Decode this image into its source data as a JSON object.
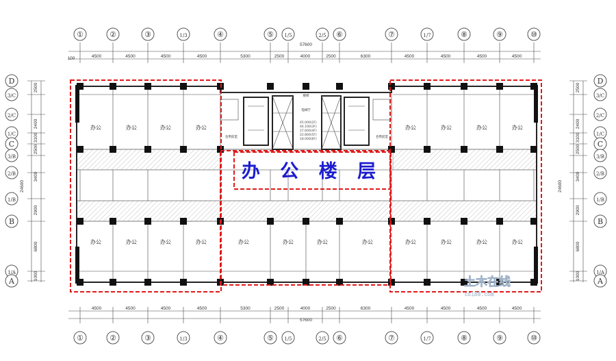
{
  "top_axes": [
    "①",
    "②",
    "③",
    "1/3",
    "④",
    "⑤",
    "1/5",
    "2/5",
    "⑥",
    "⑦",
    "1/7",
    "⑧",
    "⑨",
    "⑩"
  ],
  "top_dims": [
    "4500",
    "4500",
    "4500",
    "4500",
    "5300",
    "2500",
    "4000",
    "2500",
    "6300",
    "4500",
    "4500",
    "4500",
    "4500"
  ],
  "overall_dim": "57600",
  "left_axes": [
    "D",
    "3/C",
    "2/C",
    "1/C",
    "C",
    "3/B",
    "2/B",
    "1/B",
    "B",
    "1/A",
    "A"
  ],
  "side_dims": [
    "2500",
    "2400",
    "3100",
    "2500",
    "3400",
    "2900",
    "6800",
    "1000"
  ],
  "side_total": "24600",
  "start_dim": "100",
  "room_label": "办公",
  "banner_title": "办 公 楼 层",
  "core_labels": {
    "top": "楼梯",
    "elevator_hall": "电梯厅",
    "stair_left": "合用前室",
    "stair_right": "合用前室",
    "elev_lines": [
      "45.000(2F)",
      "44.100(3F)",
      "27.600(4F)",
      "22.800(5F)",
      "18.000(6F)"
    ]
  },
  "watermark": {
    "main": "土木在线",
    "sub": "co188.com"
  },
  "colors": {
    "highlight": "#e01818",
    "banner": "#1c1ccf"
  }
}
